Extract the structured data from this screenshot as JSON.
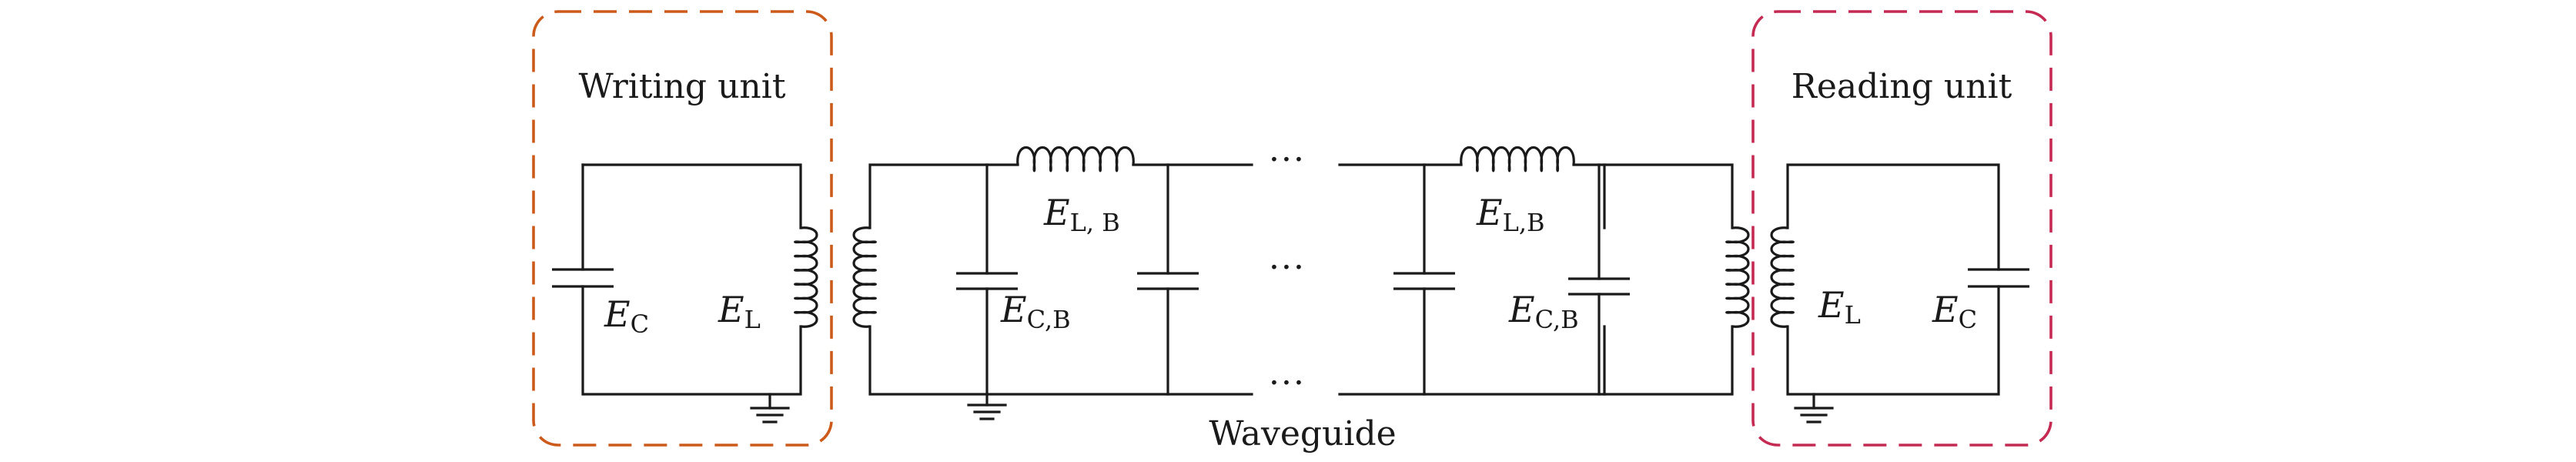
{
  "colors": {
    "writing_box": "#cc5a1a",
    "reading_box": "#c42a52",
    "line": "#1a1a1a"
  },
  "labels": {
    "writing_unit": "Writing unit",
    "reading_unit": "Reading unit",
    "waveguide": "Waveguide",
    "ellipsis": "···"
  },
  "components": {
    "writing_capacitor": {
      "symbol": "E",
      "sub": "C"
    },
    "writing_inductor": {
      "symbol": "E",
      "sub": "L"
    },
    "waveguide_inductor_1": {
      "symbol": "E",
      "sub": "L, B"
    },
    "waveguide_capacitor_1": {
      "symbol": "E",
      "sub": "C,B"
    },
    "waveguide_inductor_2": {
      "symbol": "E",
      "sub": "L,B"
    },
    "waveguide_capacitor_2": {
      "symbol": "E",
      "sub": "C,B"
    },
    "reading_inductor": {
      "symbol": "E",
      "sub": "L"
    },
    "reading_capacitor": {
      "symbol": "E",
      "sub": "C"
    }
  }
}
